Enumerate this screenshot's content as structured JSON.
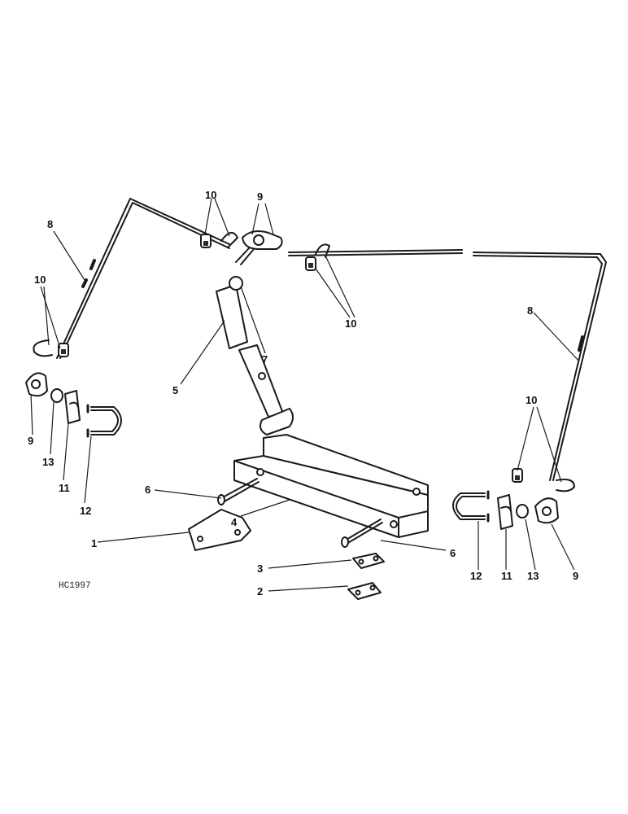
{
  "figure_code": "HC1997",
  "callouts": [
    {
      "id": "c1",
      "text": "1"
    },
    {
      "id": "c2",
      "text": "2"
    },
    {
      "id": "c3",
      "text": "3"
    },
    {
      "id": "c4",
      "text": "4"
    },
    {
      "id": "c5",
      "text": "5"
    },
    {
      "id": "c6a",
      "text": "6"
    },
    {
      "id": "c6b",
      "text": "6"
    },
    {
      "id": "c7",
      "text": "7"
    },
    {
      "id": "c8a",
      "text": "8"
    },
    {
      "id": "c8b",
      "text": "8"
    },
    {
      "id": "c9a",
      "text": "9"
    },
    {
      "id": "c9b",
      "text": "9"
    },
    {
      "id": "c9c",
      "text": "9"
    },
    {
      "id": "c10a",
      "text": "10"
    },
    {
      "id": "c10b",
      "text": "10"
    },
    {
      "id": "c10c",
      "text": "10"
    },
    {
      "id": "c10d",
      "text": "10"
    },
    {
      "id": "c11a",
      "text": "11"
    },
    {
      "id": "c11b",
      "text": "11"
    },
    {
      "id": "c12a",
      "text": "12"
    },
    {
      "id": "c12b",
      "text": "12"
    },
    {
      "id": "c13a",
      "text": "13"
    },
    {
      "id": "c13b",
      "text": "13"
    }
  ]
}
